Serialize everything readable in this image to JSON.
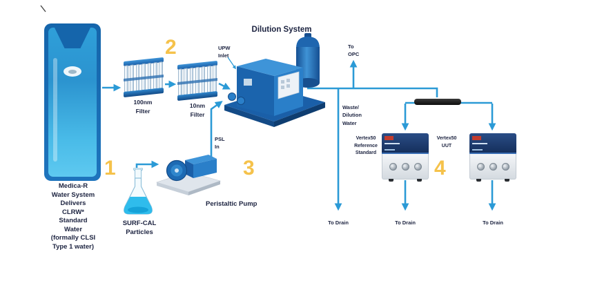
{
  "colors": {
    "pipe_blue": "#2b9ad6",
    "machine_blue": "#1d6ab3",
    "step_yellow": "#f5c24b",
    "text_navy": "#1c2340"
  },
  "water_system": {
    "label": "Medica-R\nWater System\nDelivers\nCLRW*\nStandard\nWater\n(formally CLSI\nType 1 water)"
  },
  "filters": [
    {
      "label": "100nm\nFilter"
    },
    {
      "label": "10nm\nFilter"
    }
  ],
  "dilution_system": {
    "title": "Dilution System"
  },
  "ports": {
    "upw_inlet": "UPW\nInlet",
    "psl_in": "PSL\nIn",
    "to_opc": "To\nOPC",
    "waste": "Waste/\nDilution\nWater"
  },
  "flask": {
    "label": "SURF-CAL\nParticles"
  },
  "pump": {
    "label": "Peristaltic Pump"
  },
  "instruments": [
    {
      "label": "Vertex50\nReference\nStandard"
    },
    {
      "label": "Vertex50\nUUT"
    }
  ],
  "drains": [
    {
      "label": "To Drain"
    },
    {
      "label": "To Drain"
    },
    {
      "label": "To Drain"
    }
  ],
  "steps": [
    "1",
    "2",
    "3",
    "4"
  ]
}
